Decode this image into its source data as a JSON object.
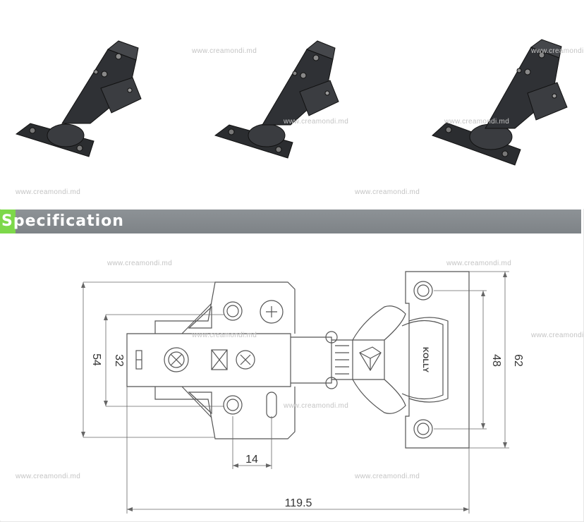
{
  "section": {
    "title": "Specification"
  },
  "watermark": "www.creamondi.md",
  "dimensions": {
    "overall_height": "54",
    "hole_spacing": "32",
    "hole_offset": "14",
    "overall_length": "119.5",
    "plate_spacing": "48",
    "plate_height": "62"
  },
  "brand_mark": "KOLLY",
  "colors": {
    "accent": "#7dd84a",
    "bar": "#888d91",
    "line": "#555555"
  }
}
